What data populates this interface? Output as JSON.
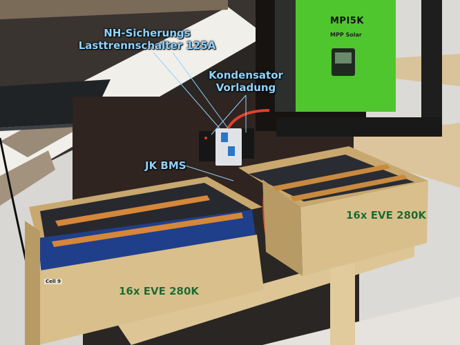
{
  "labels": {
    "nh_line1": "NH-Sicherungs",
    "nh_line2": "Lasttrennschalter 125A",
    "kond_line1": "Kondensator",
    "kond_line2": "Vorladung",
    "jk_bms": "JK BMS"
  },
  "batteries": {
    "right": "16x EVE 280K",
    "left": "16x EVE 280K"
  },
  "inverter": {
    "model": "MPI5K",
    "brand": "MPP Solar"
  },
  "cell_tag": "Cell 9",
  "colors": {
    "annotation_text": "#8fd3ff",
    "battery_label": "#1d6a2e",
    "inverter_green": "#4fc62e",
    "plywood": "#d8bf8c",
    "cell_blue": "#1f3f8a"
  }
}
